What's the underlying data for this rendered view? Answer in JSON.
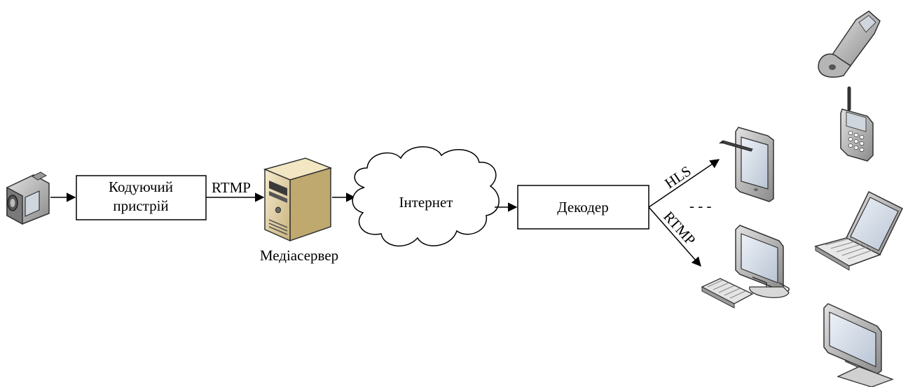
{
  "nodes": {
    "encoder": {
      "line1": "Кодуючий",
      "line2": "пристрій"
    },
    "media_server": {
      "label": "Медіасервер"
    },
    "internet": {
      "label": "Інтернет"
    },
    "decoder": {
      "label": "Декодер"
    }
  },
  "edges": {
    "encoder_to_server": {
      "label": "RTMP"
    },
    "decoder_to_tablet": {
      "label": "HLS"
    },
    "decoder_to_desktop": {
      "label": "RTMP"
    },
    "ellipsis": {
      "label": "- - -"
    }
  },
  "icons": {
    "camera": "video-camera-icon",
    "server": "server-tower-icon",
    "cloud": "cloud-icon",
    "tablet": "tablet-icon",
    "desktop": "desktop-computer-icon",
    "flip_phone": "flip-phone-icon",
    "cell_phone": "cell-phone-icon",
    "laptop": "laptop-icon",
    "monitor": "monitor-icon"
  },
  "colors": {
    "device_gray": "#a8a8a8",
    "device_dark": "#6e6e6e",
    "screen_blue": "#d6dde8",
    "server_beige": "#e8d9b0",
    "server_dark": "#3a3a3a"
  }
}
